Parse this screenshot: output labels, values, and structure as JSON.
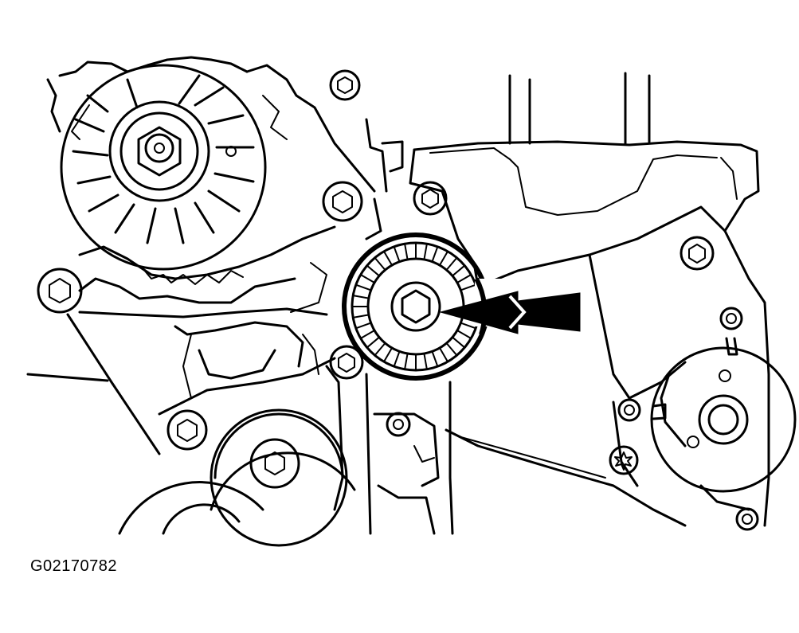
{
  "figure": {
    "id_label": "G02170782"
  },
  "components": [
    {
      "name": "alternator",
      "icon": "alternator-pulley-drawing"
    },
    {
      "name": "belt-tensioner-pulley",
      "icon": "idler-pulley-drawing"
    },
    {
      "name": "pointer",
      "icon": "arrow-left-icon"
    },
    {
      "name": "water-pump-pulley",
      "icon": "pulley-drawing"
    },
    {
      "name": "crankshaft-pulley",
      "icon": "pulley-drawing"
    },
    {
      "name": "timing-cover",
      "icon": "engine-cover-drawing"
    }
  ],
  "colors": {
    "line": "#000000",
    "background": "#ffffff"
  }
}
